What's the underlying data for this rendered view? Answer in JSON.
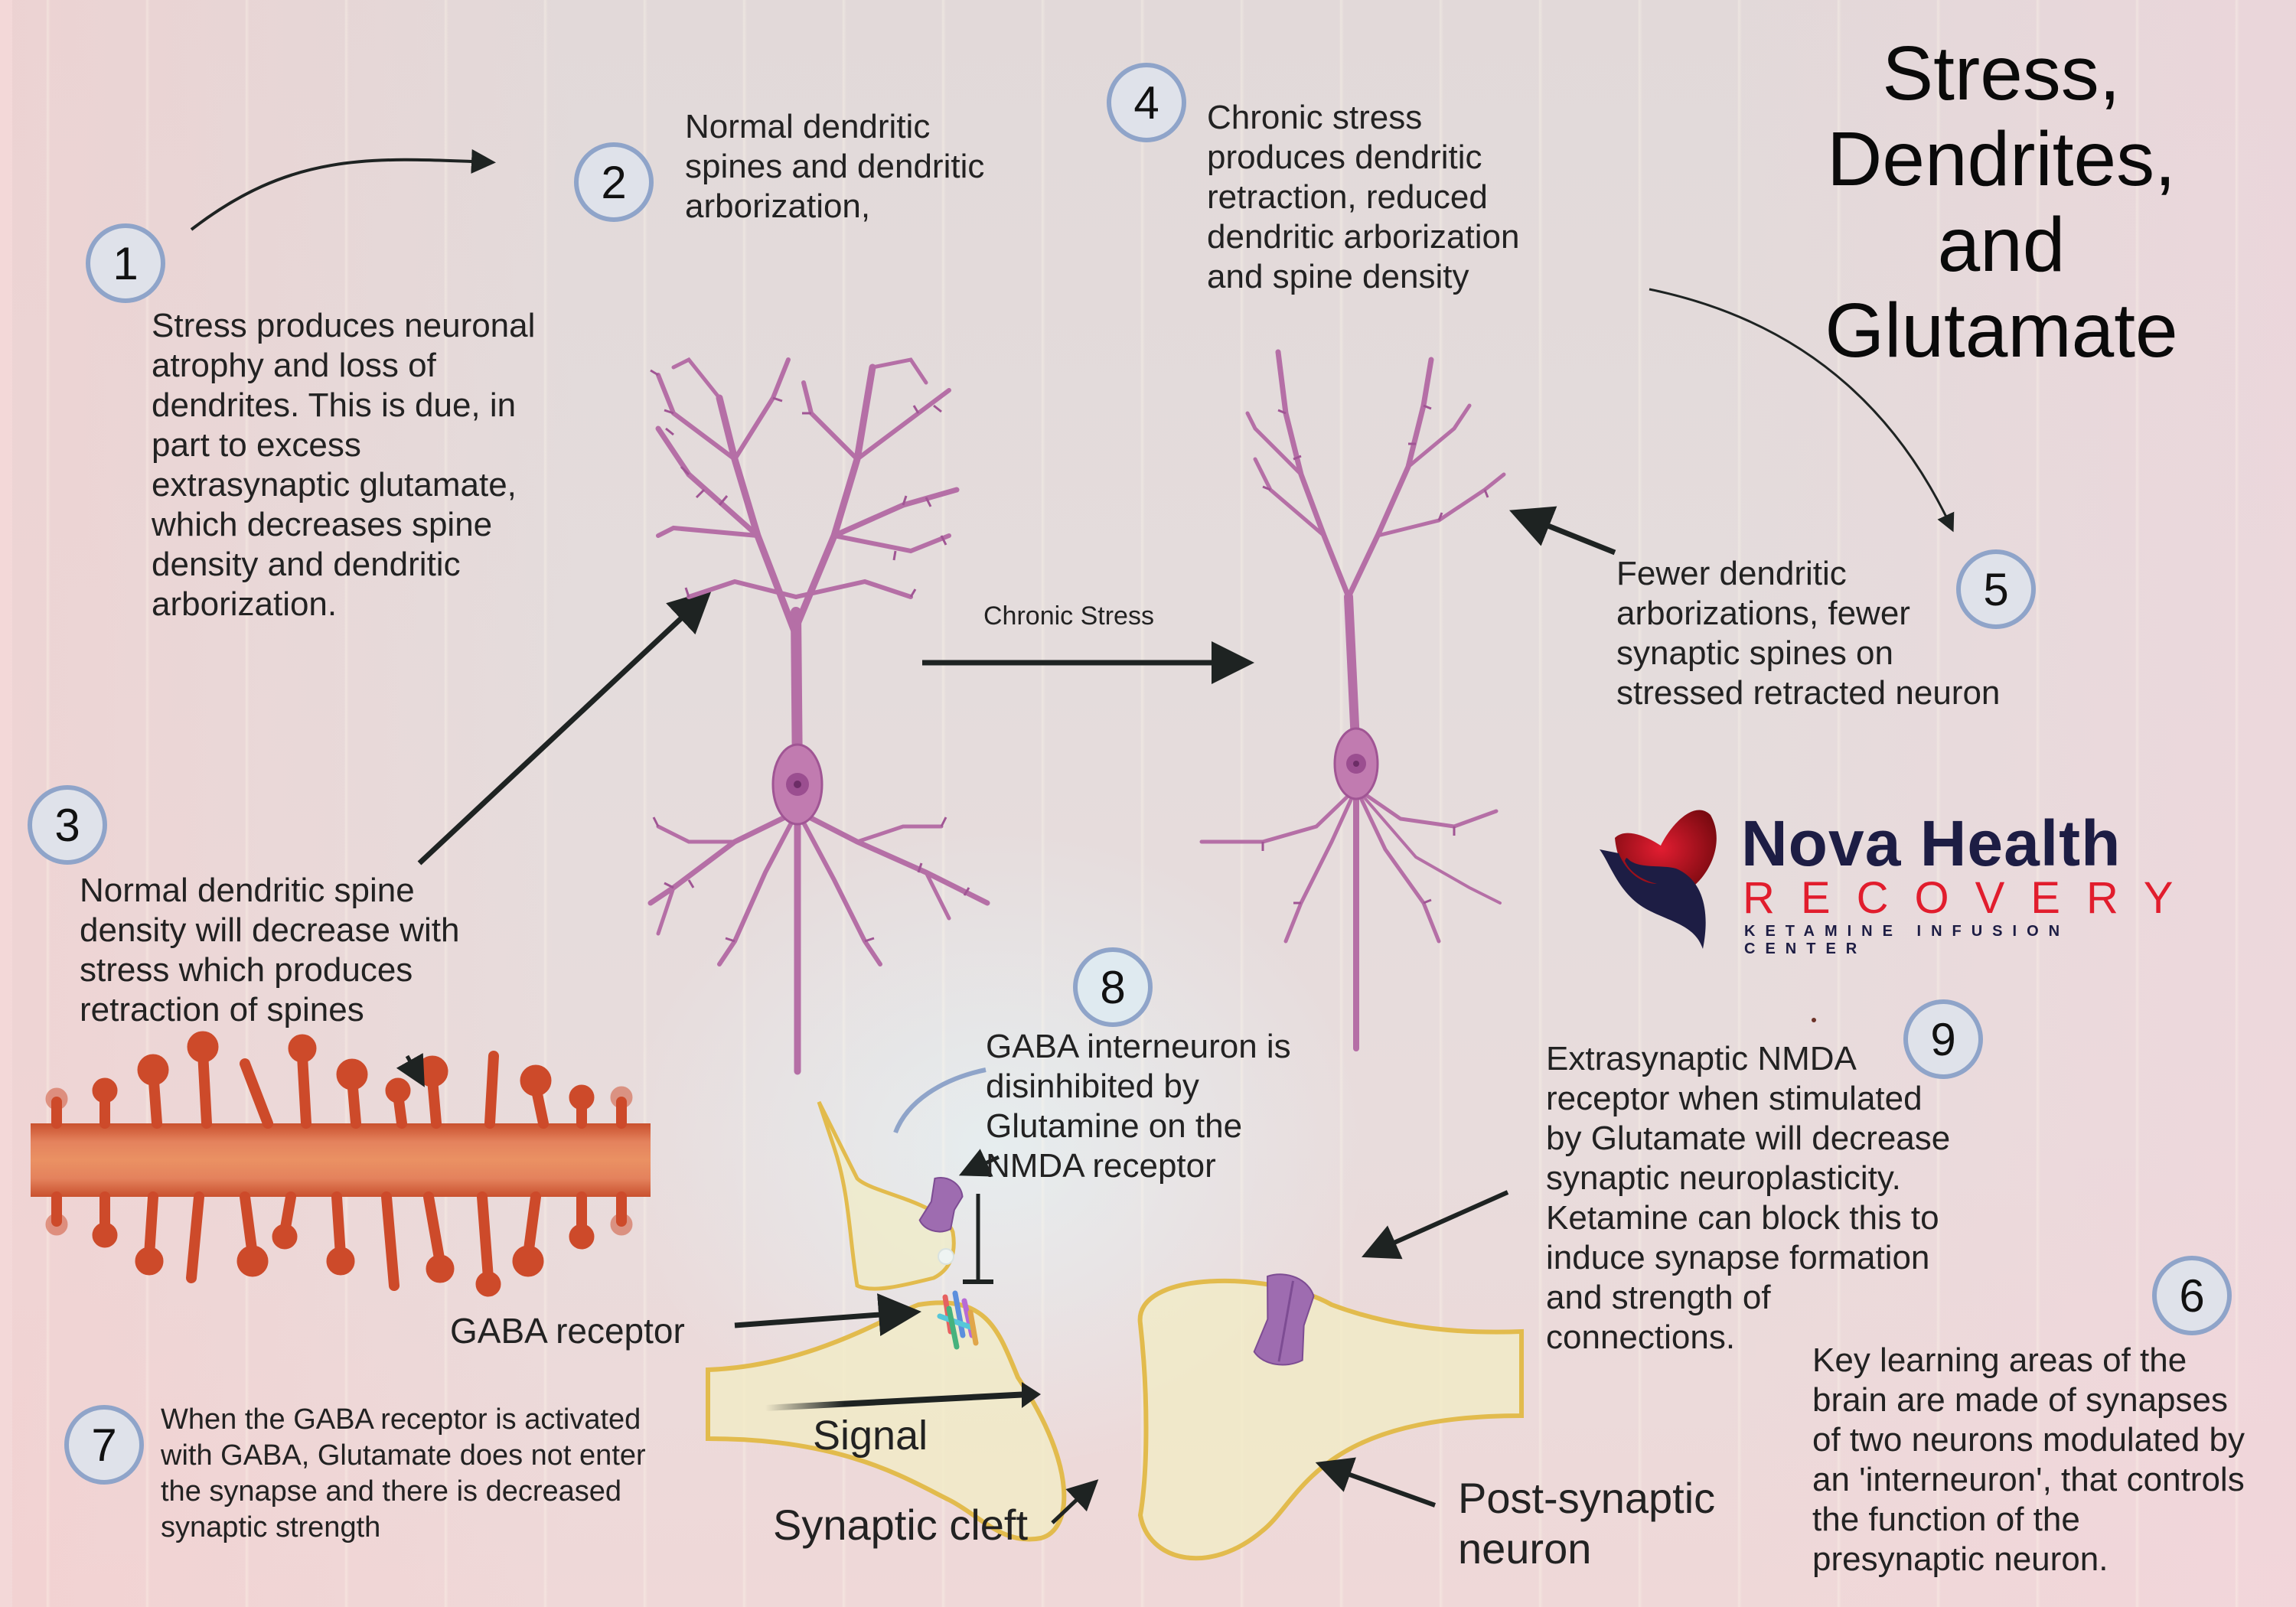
{
  "title": "Stress,\nDendrites,\nand\nGlutamate",
  "steps": [
    {
      "number": "1",
      "text": "Stress produces neuronal\natrophy and loss of\ndendrites. This is due, in\npart to excess\nextrasynaptic glutamate,\nwhich decreases spine\ndensity and dendritic\narborization."
    },
    {
      "number": "2",
      "text": "Normal dendritic\nspines and dendritic\narborization,"
    },
    {
      "number": "3",
      "text": "Normal dendritic spine\ndensity will decrease with\nstress which produces\nretraction of spines"
    },
    {
      "number": "4",
      "text": " Chronic stress\nproduces dendritic\nretraction, reduced\ndendritic arborization\nand spine density"
    },
    {
      "number": "5",
      "text": "Fewer dendritic\narborizations, fewer\nsynaptic spines on\nstressed retracted neuron"
    },
    {
      "number": "6",
      "text": "Key learning areas of the\nbrain are made of synapses\nof two neurons modulated by\nan  'interneuron', that controls\nthe function of the\npresynaptic neuron."
    },
    {
      "number": "7",
      "text": "When the GABA receptor is activated\nwith GABA, Glutamate does not enter\nthe synapse and there is decreased\nsynaptic strength"
    },
    {
      "number": "8",
      "text": "GABA interneuron is\ndisinhibited by\nGlutamine on the\nNMDA receptor"
    },
    {
      "number": "9",
      "text": "Extrasynaptic NMDA\nreceptor when stimulated\nby Glutamate will decrease\nsynaptic neuroplasticity.\nKetamine can block this to\ninduce synapse formation\nand strength of\nconnections."
    }
  ],
  "labels": {
    "chronic_stress": "Chronic Stress",
    "gaba_receptor": "GABA receptor",
    "signal": "Signal",
    "synaptic_cleft": "Synaptic cleft",
    "post_synaptic": "Post-synaptic\nneuron"
  },
  "logo": {
    "line1": "Nova Health",
    "line2": "RECOVERY",
    "line3": "KETAMINE INFUSION CENTER"
  },
  "colors": {
    "neuron": "#b56fa6",
    "spine": "#d2512d",
    "membrane": "#e2bb4d",
    "number_ring": "#8fa4c9",
    "brand_navy": "#1d1d44",
    "brand_red": "#e11d2d"
  }
}
